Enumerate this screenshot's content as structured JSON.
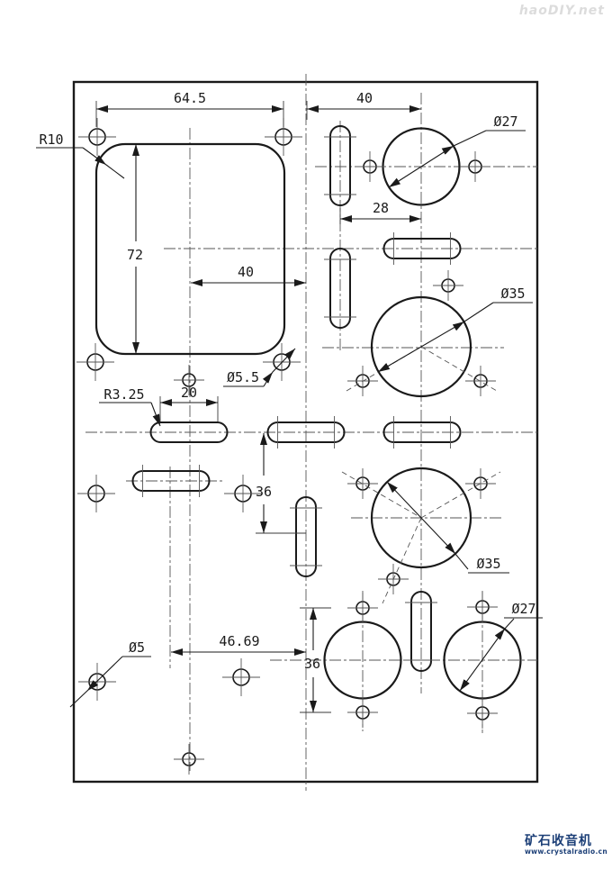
{
  "watermarks": {
    "top_right": "haoDIY.net",
    "brand_name": "矿石收音机",
    "brand_url": "www.crystalradio.cn"
  },
  "colors": {
    "drawing_line": "#1a1a1a",
    "centerline": "#555555",
    "brand_blue": "#1c3f77",
    "watermark_gray": "#dcdcdc"
  },
  "dimensions": {
    "rect_width": "64.5",
    "right_col_width": "40",
    "slot_to_center": "28",
    "rect_height": "72",
    "rect_center_to_fold": "40",
    "slot_length": "20",
    "mid_row_spacing": "36",
    "bottom_span": "46.69",
    "bottom_hole_spacing": "36"
  },
  "labels": {
    "corner_radius": "R10",
    "small_hole_dia": "Ø5.5",
    "slot_end_radius": "R3.25",
    "tiny_hole_dia": "Ø5",
    "top_circle_dia": "Ø27",
    "upper_large_circle_dia": "Ø35",
    "lower_large_circle_dia": "Ø35",
    "bottom_circle_dia": "Ø27"
  }
}
